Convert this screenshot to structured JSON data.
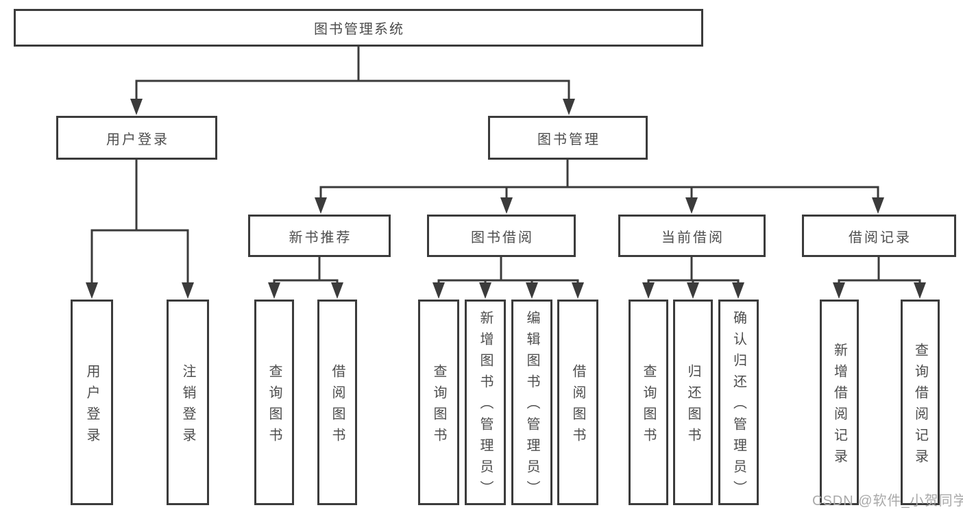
{
  "diagram": {
    "title": "图书管理系统",
    "tree": {
      "root": {
        "label": "图书管理系统",
        "children": [
          {
            "label": "用户登录",
            "children": [
              {
                "label": "用户登录"
              },
              {
                "label": "注销登录"
              }
            ]
          },
          {
            "label": "图书管理",
            "children": [
              {
                "label": "新书推荐",
                "children": [
                  {
                    "label": "查询图书"
                  },
                  {
                    "label": "借阅图书"
                  }
                ]
              },
              {
                "label": "图书借阅",
                "children": [
                  {
                    "label": "查询图书"
                  },
                  {
                    "label": "新增图书（管理员）"
                  },
                  {
                    "label": "编辑图书（管理员）"
                  },
                  {
                    "label": "借阅图书"
                  }
                ]
              },
              {
                "label": "当前借阅",
                "children": [
                  {
                    "label": "查询图书"
                  },
                  {
                    "label": "归还图书"
                  },
                  {
                    "label": "确认归还（管理员）"
                  }
                ]
              },
              {
                "label": "借阅记录",
                "children": [
                  {
                    "label": "新增借阅记录"
                  },
                  {
                    "label": "查询借阅记录"
                  }
                ]
              }
            ]
          }
        ]
      }
    },
    "colors": {
      "line": "#3b3b3b",
      "text": "#4d4d4d",
      "background": "#ffffff",
      "watermark_text": "#a9a9a9"
    }
  },
  "watermark": {
    "text": "CSDN @软件_小贺同学"
  }
}
